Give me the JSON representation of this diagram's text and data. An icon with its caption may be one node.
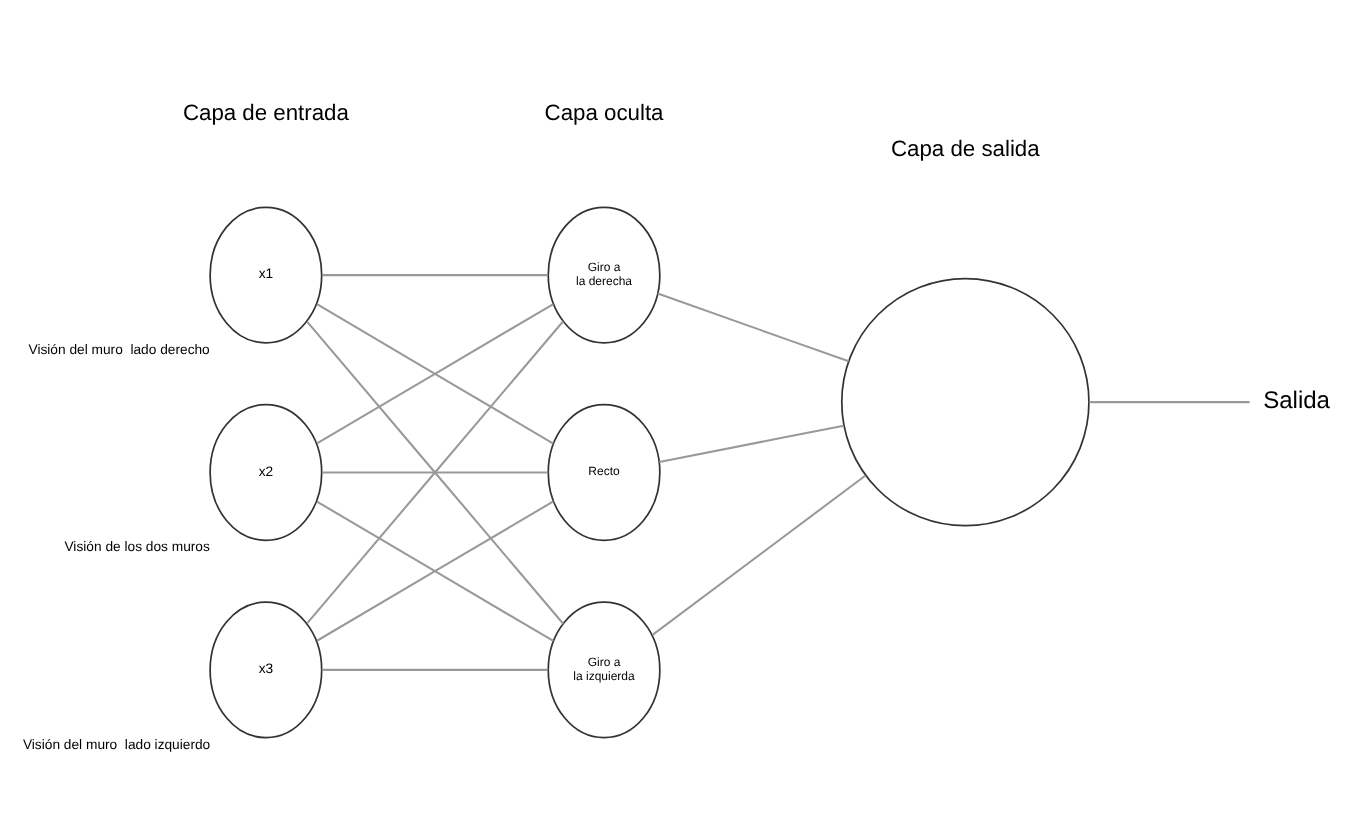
{
  "diagram": {
    "nodes": [
      {
        "text": [
          "x1"
        ],
        "beside": [
          "Visión del muro  lado derecho"
        ]
      },
      {
        "text": [
          "x2"
        ],
        "beside": [
          "Visión de los dos muros"
        ]
      },
      {
        "text": [
          "x3"
        ],
        "beside": [
          "Visión del muro  lado izquierdo"
        ]
      },
      {
        "text": [
          "Giro a la derecha"
        ]
      },
      {
        "text": [
          "Recto"
        ]
      },
      {
        "text": [
          "Giro a la izquierda"
        ]
      },
      {
        "text": [],
        "shape": "circle"
      },
      {
        "text": [
          "Salida"
        ]
      }
    ],
    "edges": [
      {
        "from": 0,
        "to": 3,
        "arrow": "none"
      },
      {
        "from": 0,
        "to": 4,
        "arrow": "none"
      },
      {
        "from": 0,
        "to": 5,
        "arrow": "none"
      },
      {
        "from": 1,
        "to": 3,
        "arrow": "none"
      },
      {
        "from": 1,
        "to": 4,
        "arrow": "none"
      },
      {
        "from": 1,
        "to": 5,
        "arrow": "none"
      },
      {
        "from": 2,
        "to": 3,
        "arrow": "none"
      },
      {
        "from": 2,
        "to": 4,
        "arrow": "none"
      },
      {
        "from": 2,
        "to": 5,
        "arrow": "none"
      },
      {
        "from": 3,
        "to": 6,
        "arrow": "none"
      },
      {
        "from": 4,
        "to": 6,
        "arrow": "none"
      },
      {
        "from": 5,
        "to": 6,
        "arrow": "none"
      },
      {
        "from": 6,
        "to": 7,
        "arrow": "none"
      }
    ],
    "labels": [
      "Capa de entrada",
      "Capa oculta",
      "Capa de salida"
    ]
  }
}
